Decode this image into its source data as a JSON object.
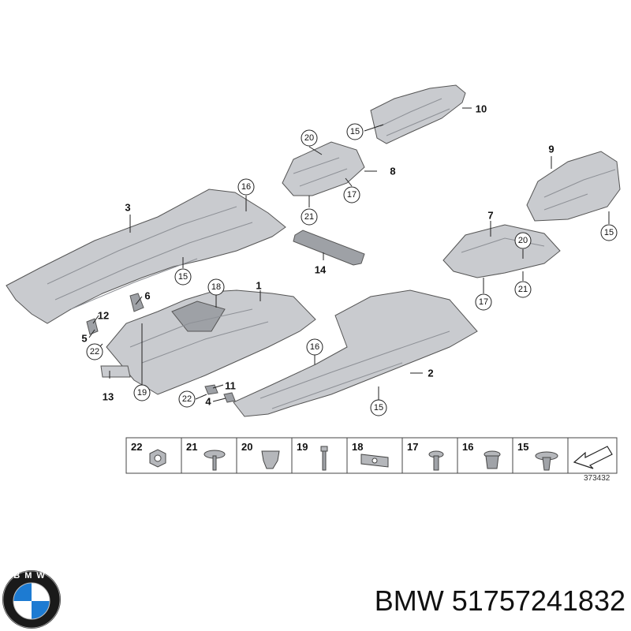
{
  "diagram_id": "373432",
  "footer": {
    "brand": "BMW",
    "part_number": "51757241832"
  },
  "logo": {
    "letters": "BMW"
  },
  "callouts": {
    "c1": "1",
    "c2": "2",
    "c3": "3",
    "c4": "4",
    "c5": "5",
    "c6": "6",
    "c7": "7",
    "c8": "8",
    "c9": "9",
    "c10": "10",
    "c11": "11",
    "c12": "12",
    "c13": "13",
    "c14": "14",
    "c15a": "15",
    "c15b": "15",
    "c15c": "15",
    "c15d": "15",
    "c16a": "16",
    "c16b": "16",
    "c17a": "17",
    "c17b": "17",
    "c18": "18",
    "c19": "19",
    "c20a": "20",
    "c20b": "20",
    "c21a": "21",
    "c21b": "21",
    "c22a": "22",
    "c22b": "22"
  },
  "legend": [
    "22",
    "21",
    "20",
    "19",
    "18",
    "17",
    "16",
    "15"
  ]
}
